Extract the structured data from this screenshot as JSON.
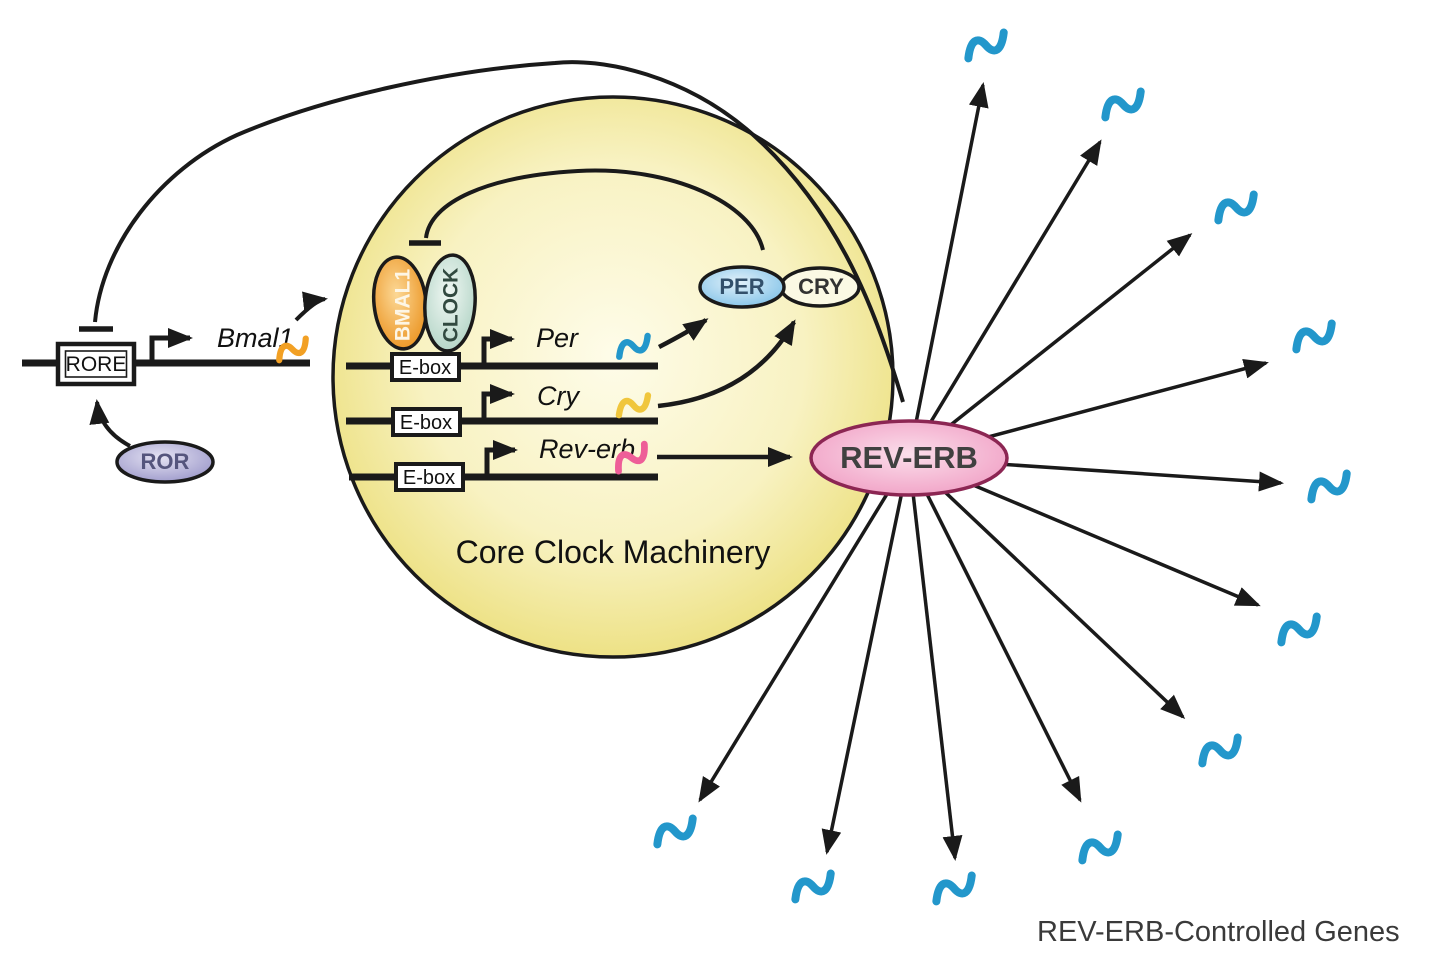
{
  "diagram": {
    "caption": "REV-ERB-Controlled Genes",
    "core_circle_label": "Core Clock Machinery",
    "elements": {
      "rore": "RORE",
      "ror": "ROR",
      "ebox": "E-box",
      "bmal1_protein": "BMAL1",
      "clock_protein": "CLOCK",
      "per_protein": "PER",
      "cry_protein": "CRY",
      "rev_erb_protein": "REV-ERB"
    },
    "genes": {
      "bmal1": "Bmal1",
      "per": "Per",
      "cry": "Cry",
      "rev_erb": "Rev-erb"
    },
    "mrna": {
      "bmal1_color": "#f2a024",
      "per_color": "#2397cb",
      "cry_color": "#f0c63c",
      "rev_erb_color": "#ee5e98",
      "target_color": "#2397cb",
      "target_count": 11
    },
    "colors": {
      "circle_fill": "#ecdf79",
      "bmal1": "#e8890f",
      "clock": "#a9cfbf",
      "per": "#6fb9e4",
      "cry": "#fbf9e4",
      "rev_erb": "#ee92bc",
      "rev_erb_outline": "#8c2653",
      "ror": "#8e8ac2",
      "line": "#1a1a1a"
    }
  }
}
